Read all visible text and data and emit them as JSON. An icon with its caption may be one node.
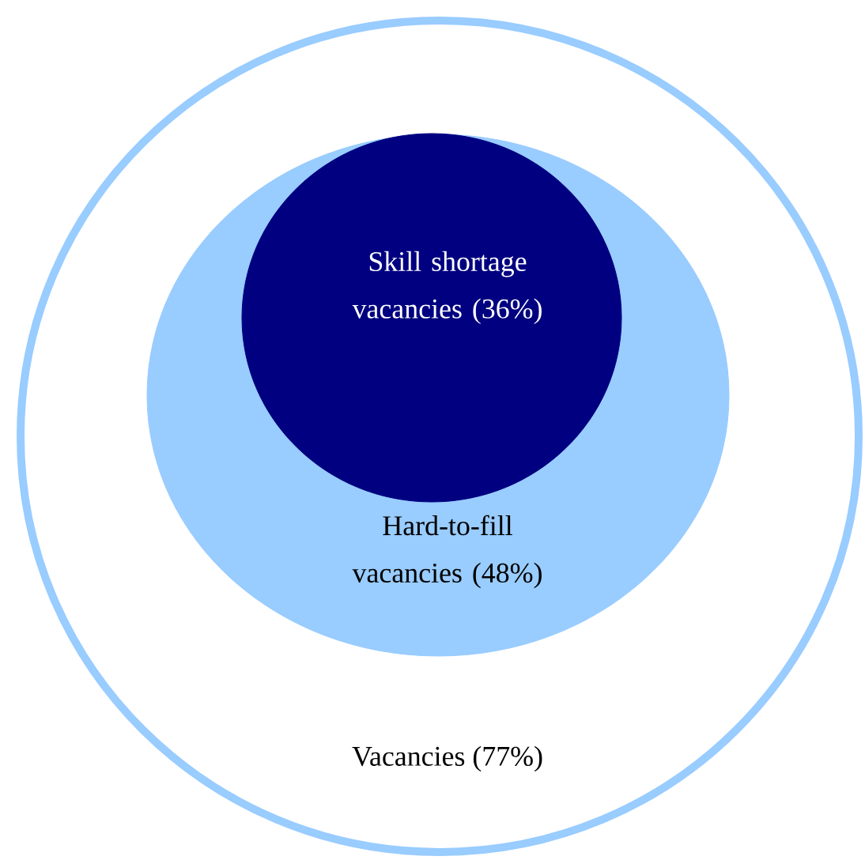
{
  "diagram": {
    "nodes": [
      {
        "text": [
          "Vacancies (77%)"
        ]
      },
      {
        "text": [
          "Hard-to-fill vacancies (48%)"
        ],
        "in": 0
      },
      {
        "text": [
          "Skill shortage vacancies (36%)"
        ],
        "in": 1
      }
    ]
  }
}
